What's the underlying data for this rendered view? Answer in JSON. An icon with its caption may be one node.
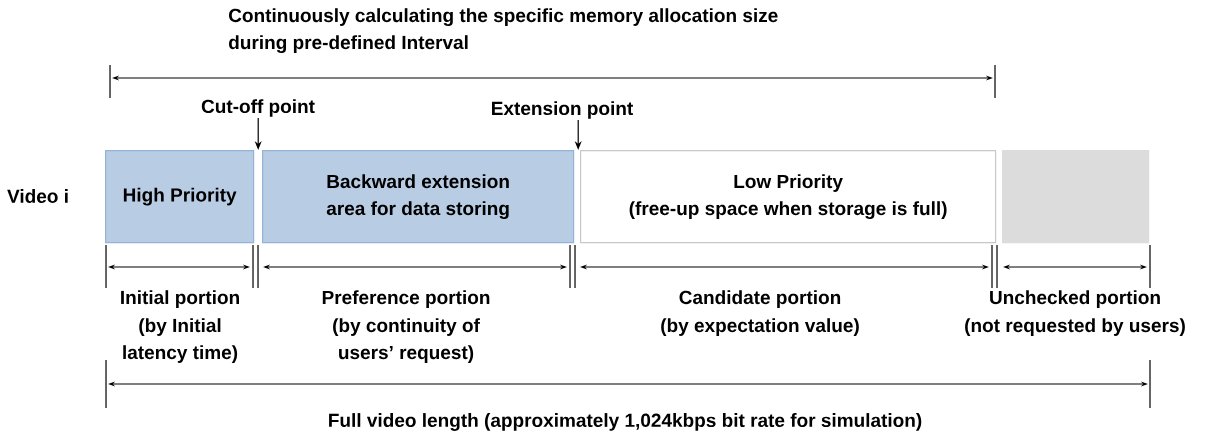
{
  "diagram": {
    "nodes": [
      {
        "text": [
          "High Priority"
        ]
      },
      {
        "text": [
          "Backward extension area for data storing"
        ]
      },
      {
        "text": [
          "Low Priority",
          "(free-up space when storage is full)"
        ]
      },
      {
        "text": [],
        "shape": "box"
      },
      {
        "text": [
          "Cut-off point"
        ]
      },
      {
        "text": [
          "Extension point"
        ]
      }
    ],
    "edges": [
      {
        "from": 4,
        "to": 0,
        "arrow": "to"
      },
      {
        "from": 5,
        "to": 1,
        "arrow": "to"
      }
    ],
    "labels": [
      "Continuously calculating the specific memory allocation size during pre-defined Interval",
      "Video i",
      "Initial portion",
      "(by Initial latency time)",
      "Preference portion",
      "(by continuity of users’ request)",
      "Candidate portion",
      "(by expectation value)",
      "Unchecked portion",
      "(not requested by users)",
      "Full video length (approximately 1,024kbps bit rate for simulation)"
    ]
  }
}
